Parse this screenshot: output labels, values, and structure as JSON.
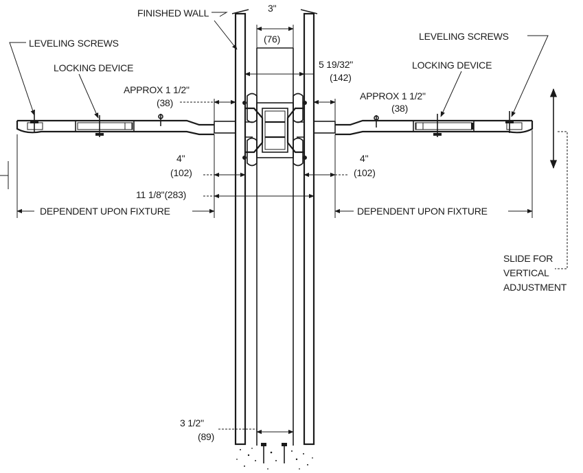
{
  "labels": {
    "finished_wall": "FINISHED WALL",
    "leveling_screws_left": "LEVELING SCREWS",
    "leveling_screws_right": "LEVELING SCREWS",
    "locking_device_left": "LOCKING DEVICE",
    "locking_device_right": "LOCKING DEVICE",
    "approx_left": "APPROX 1 1/2\"",
    "approx_left_mm": "(38)",
    "approx_right": "APPROX 1 1/2\"",
    "approx_right_mm": "(38)",
    "dim_3in": "3\"",
    "dim_3in_mm": "(76)",
    "dim_5_19_32": "5 19/32\"",
    "dim_5_19_32_mm": "(142)",
    "dim_4_left": "4\"",
    "dim_4_left_mm": "(102)",
    "dim_4_right": "4\"",
    "dim_4_right_mm": "(102)",
    "dim_11_1_8": "11 1/8\"(283)",
    "dependent_left": "DEPENDENT UPON FIXTURE",
    "dependent_right": "DEPENDENT UPON FIXTURE",
    "slide_1": "SLIDE FOR",
    "slide_2": "VERTICAL",
    "slide_3": "ADJUSTMENT",
    "dim_3_1_2": "3 1/2\"",
    "dim_3_1_2_mm": "(89)"
  }
}
